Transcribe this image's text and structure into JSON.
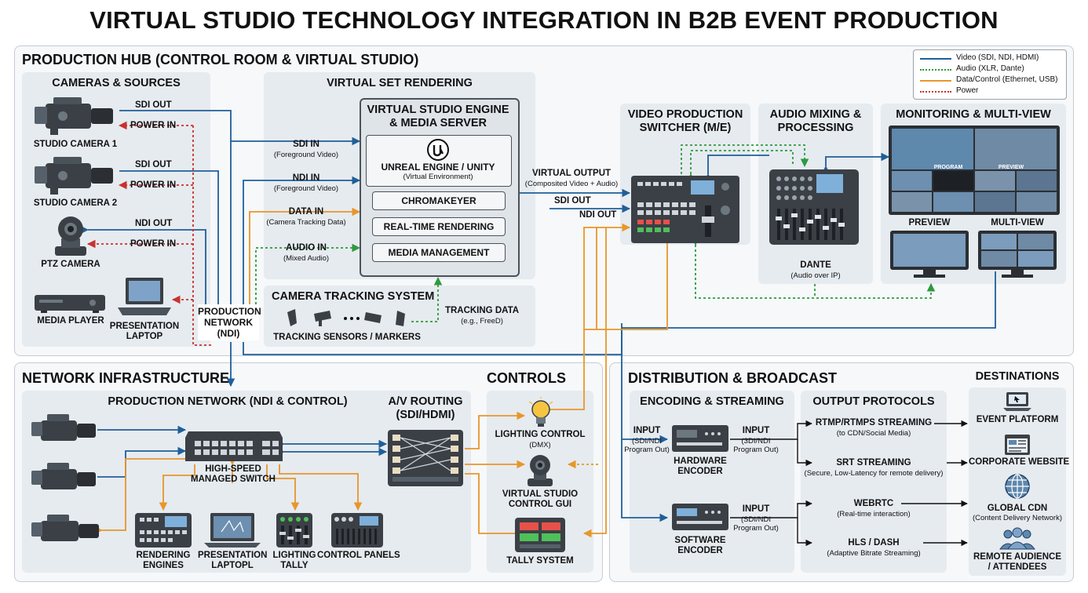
{
  "title": "VIRTUAL STUDIO TECHNOLOGY INTEGRATION IN B2B EVENT PRODUCTION",
  "colors": {
    "video": "#1f5f99",
    "audio": "#2e9a3e",
    "data": "#e8962a",
    "power": "#c8322e"
  },
  "legend": [
    {
      "label": "Video (SDI, NDI, HDMI)",
      "color": "#1f5f99",
      "style": "solid"
    },
    {
      "label": "Audio (XLR, Dante)",
      "color": "#2e9a3e",
      "style": "dotted"
    },
    {
      "label": "Data/Control (Ethernet, USB)",
      "color": "#e8962a",
      "style": "solid"
    },
    {
      "label": "Power",
      "color": "#c8322e",
      "style": "dotted"
    }
  ],
  "hub": {
    "title": "PRODUCTION HUB (CONTROL ROOM & VIRTUAL STUDIO)",
    "cameras": {
      "title": "CAMERAS & SOURCES",
      "cam1": "STUDIO CAMERA 1",
      "cam2": "STUDIO CAMERA 2",
      "ptz": "PTZ CAMERA",
      "media_player": "MEDIA PLAYER",
      "laptop": "PRESENTATION LAPTOP",
      "sdi_out": "SDI OUT",
      "power_in": "POWER IN",
      "ndi_out": "NDI OUT"
    },
    "prod_network": "PRODUCTION NETWORK (NDI)",
    "vset": {
      "title": "VIRTUAL SET RENDERING",
      "engine_title": "VIRTUAL STUDIO ENGINE & MEDIA SERVER",
      "unreal": "UNREAL ENGINE / UNITY",
      "unreal_sub": "(Virtual Environment)",
      "boxes": [
        "CHROMAKEYER",
        "REAL-TIME RENDERING",
        "MEDIA MANAGEMENT"
      ],
      "inputs": [
        {
          "label": "SDI IN",
          "sub": "(Foreground Video)"
        },
        {
          "label": "NDI IN",
          "sub": "(Foreground Video)"
        },
        {
          "label": "DATA IN",
          "sub": "(Camera Tracking Data)"
        },
        {
          "label": "AUDIO IN",
          "sub": "(Mixed Audio)"
        }
      ],
      "virtual_output": "VIRTUAL OUTPUT",
      "virtual_output_sub": "(Composited Video + Audio)",
      "sdi_out": "SDI OUT",
      "ndi_out": "NDI OUT"
    },
    "tracking": {
      "title": "CAMERA TRACKING SYSTEM",
      "sensors": "TRACKING SENSORS / MARKERS",
      "data": "TRACKING DATA",
      "data_sub": "(e.g., FreeD)"
    },
    "switcher": "VIDEO PRODUCTION SWITCHER (M/E)",
    "audio": {
      "title": "AUDIO MIXING & PROCESSING",
      "dante": "DANTE",
      "dante_sub": "(Audio over IP)"
    },
    "monitoring": {
      "title": "MONITORING & MULTI-VIEW",
      "program": "PROGRAM",
      "preview_small": "PREVIEW",
      "preview": "PREVIEW",
      "multiview": "MULTI-VIEW"
    }
  },
  "network": {
    "title": "NETWORK INFRASTRUCTURE",
    "prod_title": "PRODUCTION NETWORK (NDI & CONTROL)",
    "switch": "HIGH-SPEED MANAGED SWITCH",
    "devices": [
      "RENDERING ENGINES",
      "PRESENTATION LAPTOPL",
      "LIGHTING TALLY",
      "CONTROL PANELS"
    ],
    "routing": "A/V ROUTING (SDI/HDMI)"
  },
  "controls": {
    "title": "CONTROLS",
    "lighting": "LIGHTING CONTROL",
    "lighting_sub": "(DMX)",
    "gui": "VIRTUAL STUDIO CONTROL GUI",
    "tally": "TALLY SYSTEM"
  },
  "distribution": {
    "title": "DISTRIBUTION & BROADCAST",
    "encoding": "ENCODING & STREAMING",
    "hw_input": "INPUT",
    "hw_input_sub": "(SDI/NDI Program Out)",
    "hw_encoder": "HARDWARE ENCODER",
    "hw_input2": "INPUT",
    "hw_input2_sub": "(3DI/NDI Program Out)",
    "sw_input": "INPUT",
    "sw_input_sub": "(SDI/NDI Program Out)",
    "sw_encoder": "SOFTWARE ENCODER",
    "protocols_title": "OUTPUT PROTOCOLS",
    "protocols": [
      {
        "label": "RTMP/RTMPS STREAMING",
        "sub": "(to CDN/Social Media)"
      },
      {
        "label": "SRT STREAMING",
        "sub": "(Secure, Low-Latency for remote delivery)"
      },
      {
        "label": "WEBRTC",
        "sub": "(Real-time interaction)"
      },
      {
        "label": "HLS / DASH",
        "sub": "(Adaptive Bitrate Streaming)"
      }
    ],
    "destinations_title": "DESTINATIONS",
    "destinations": [
      {
        "label": "EVENT PLATFORM"
      },
      {
        "label": "CORPORATE WEBSITE"
      },
      {
        "label": "GLOBAL CDN",
        "sub": "(Content Delivery Network)"
      },
      {
        "label": "REMOTE AUDIENCE / ATTENDEES"
      }
    ]
  }
}
